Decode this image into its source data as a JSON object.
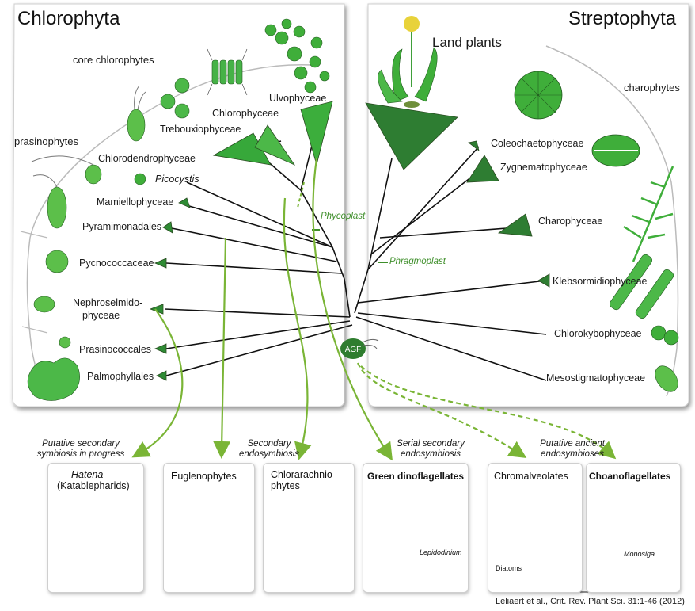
{
  "panels": {
    "left_title": "Chlorophyta",
    "right_title": "Streptophyta"
  },
  "groups": {
    "core_chlorophytes": "core chlorophytes",
    "prasinophytes": "prasinophytes",
    "land_plants": "Land plants",
    "charophytes": "charophytes"
  },
  "taxa": {
    "ulvophyceae": "Ulvophyceae",
    "chlorophyceae": "Chlorophyceae",
    "trebouxiophyceae": "Trebouxiophyceae",
    "chlorodendrophyceae": "Chlorodendrophyceae",
    "picocystis": "Picocystis",
    "mamiellophyceae": "Mamiellophyceae",
    "pyramimonadales": "Pyramimonadales",
    "pycnococcaceae": "Pycnococcaceae",
    "nephroselmido_1": "Nephroselmido-",
    "nephroselmido_2": "phyceae",
    "prasinococcales": "Prasinococcales",
    "palmophyllales": "Palmophyllales",
    "coleochaetophyceae": "Coleochaetophyceae",
    "zygnematophyceae": "Zygnematophyceae",
    "charophyceae": "Charophyceae",
    "klebsormidiophyceae": "Klebsormidiophyceae",
    "chlorokybophyceae": "Chlorokybophyceae",
    "mesostigmatophyceae": "Mesostigmatophyceae"
  },
  "markers": {
    "phycoplast": "Phycoplast",
    "phragmoplast": "Phragmoplast",
    "agf": "AGF"
  },
  "notes": {
    "secondary_progress": "Putative secondary symbiosis in progress",
    "secondary": "Secondary endosymbiosis",
    "serial_secondary": "Serial secondary endosymbiosis",
    "ancient": "Putative ancient endosymbioses"
  },
  "boxes": {
    "hatena_1": "Hatena",
    "hatena_2": "(Katablepharids)",
    "euglenophytes": "Euglenophytes",
    "chlorarachnio_1": "Chlorarachnio-",
    "chlorarachnio_2": "phytes",
    "green_dino": "Green dinoflagellates",
    "lepidodinium": "Lepidodinium",
    "chromalveolates": "Chromalveolates",
    "diatoms": "Diatoms",
    "choanoflagellates": "Choanoflagellates",
    "monosiga": "Monosiga"
  },
  "citation": "Leliaert et al., Crit. Rev. Plant Sci. 31:1-46 (2012)",
  "colors": {
    "dark_green": "#2e7d32",
    "mid_green": "#3fae3a",
    "light_green": "#7fc241",
    "arrow_green": "#7ab536",
    "line": "#111111"
  }
}
